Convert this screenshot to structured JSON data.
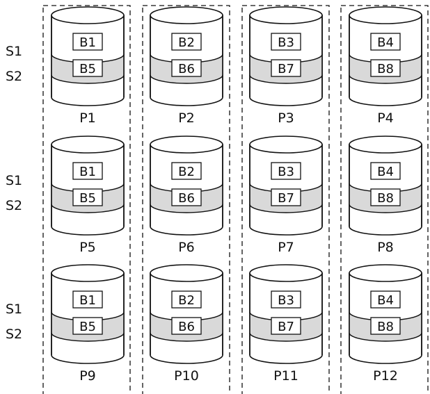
{
  "row_labels": [
    {
      "s1": "S1",
      "s2": "S2"
    },
    {
      "s1": "S1",
      "s2": "S2"
    },
    {
      "s1": "S1",
      "s2": "S2"
    }
  ],
  "columns": [
    {
      "stripe1_block": "B1",
      "stripe2_block": "B5"
    },
    {
      "stripe1_block": "B2",
      "stripe2_block": "B6"
    },
    {
      "stripe1_block": "B3",
      "stripe2_block": "B7"
    },
    {
      "stripe1_block": "B4",
      "stripe2_block": "B8"
    }
  ],
  "disks": [
    {
      "label": "P1",
      "blocks": [
        "B1",
        "B5"
      ]
    },
    {
      "label": "P2",
      "blocks": [
        "B2",
        "B6"
      ]
    },
    {
      "label": "P3",
      "blocks": [
        "B3",
        "B7"
      ]
    },
    {
      "label": "P4",
      "blocks": [
        "B4",
        "B8"
      ]
    },
    {
      "label": "P5",
      "blocks": [
        "B1",
        "B5"
      ]
    },
    {
      "label": "P6",
      "blocks": [
        "B2",
        "B6"
      ]
    },
    {
      "label": "P7",
      "blocks": [
        "B3",
        "B7"
      ]
    },
    {
      "label": "P8",
      "blocks": [
        "B4",
        "B8"
      ]
    },
    {
      "label": "P9",
      "blocks": [
        "B1",
        "B5"
      ]
    },
    {
      "label": "P10",
      "blocks": [
        "B2",
        "B6"
      ]
    },
    {
      "label": "P11",
      "blocks": [
        "B3",
        "B7"
      ]
    },
    {
      "label": "P12",
      "blocks": [
        "B4",
        "B8"
      ]
    }
  ],
  "colors": {
    "stripe2_fill": "#d9d9d9",
    "stroke": "#111111",
    "background": "#ffffff"
  }
}
